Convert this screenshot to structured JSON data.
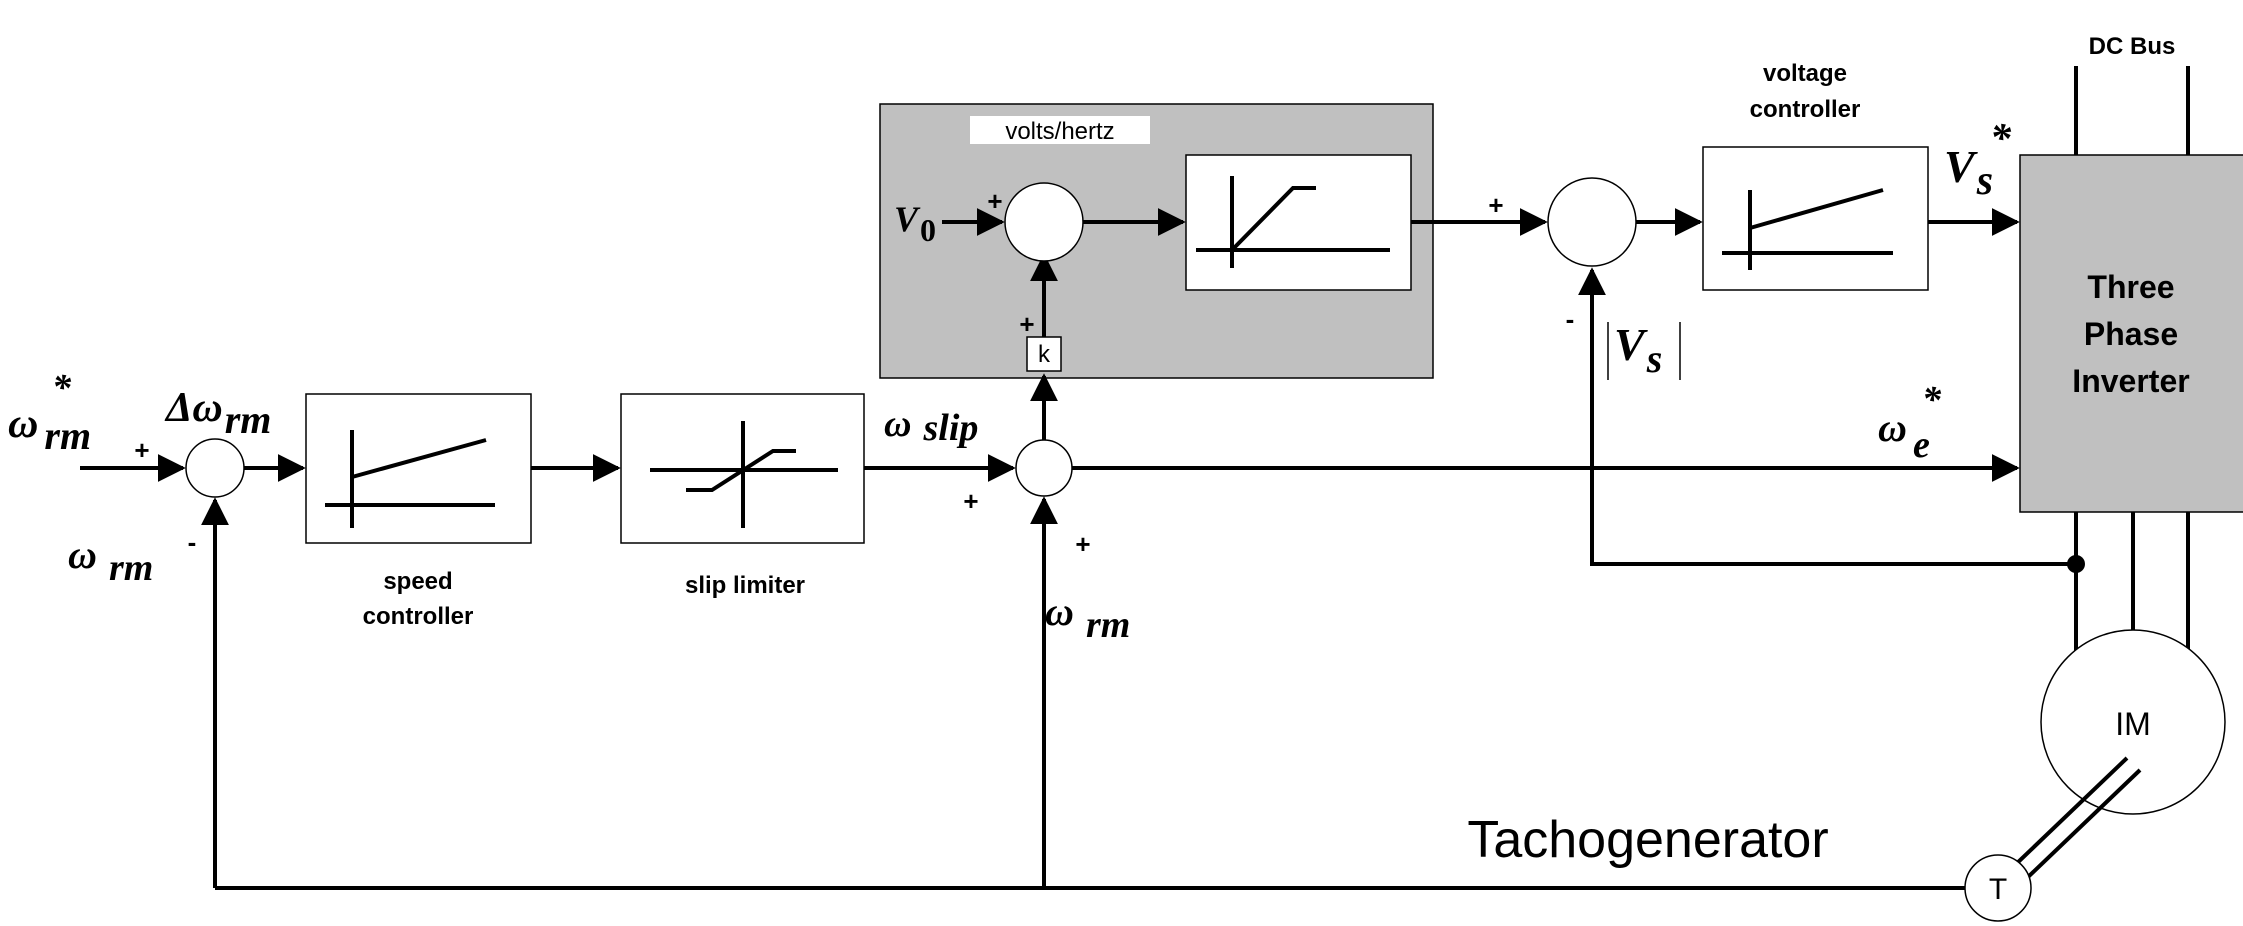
{
  "labels": {
    "omega_rm_ref": "ω",
    "omega_rm_ref_sub": "rm",
    "omega_rm_ref_sup": "*",
    "delta_omega": "Δω",
    "delta_omega_sub": "rm",
    "omega_rm_fb": "ω",
    "omega_rm_fb_sub": "rm",
    "omega_slip": "ω",
    "omega_slip_sub": "slip",
    "omega_rm_mid": "ω",
    "omega_rm_mid_sub": "rm",
    "omega_e": "ω",
    "omega_e_sub": "e",
    "omega_e_sup": "*",
    "v0": "V",
    "v0_sub": "0",
    "vs_ref": "V",
    "vs_ref_sub": "s",
    "vs_ref_sup": "*",
    "vs_mag": "V",
    "vs_mag_sub": "s"
  },
  "blocks": {
    "speed_controller_line1": "speed",
    "speed_controller_line2": "controller",
    "slip_limiter": "slip limiter",
    "volts_hertz": "volts/hertz",
    "voltage_controller_line1": "voltage",
    "voltage_controller_line2": "controller",
    "gain_k": "k",
    "dc_bus": "DC Bus",
    "inverter_line1": "Three",
    "inverter_line2": "Phase",
    "inverter_line3": "Inverter",
    "motor": "IM",
    "tacho": "T",
    "tachogenerator": "Tachogenerator"
  },
  "signs": {
    "sum1_plus": "+",
    "sum1_minus": "-",
    "sum_vh_plus_left": "+",
    "sum_vh_plus_bottom": "+",
    "sum_slip_plus_left": "+",
    "sum_slip_plus_bottom": "+",
    "sum_v_plus": "+",
    "sum_v_minus": "-"
  },
  "colors": {
    "block_fill": "#ffffff",
    "volts_hertz_fill": "#c0c0c0",
    "inverter_fill": "#c0c0c0",
    "line": "#000000"
  }
}
